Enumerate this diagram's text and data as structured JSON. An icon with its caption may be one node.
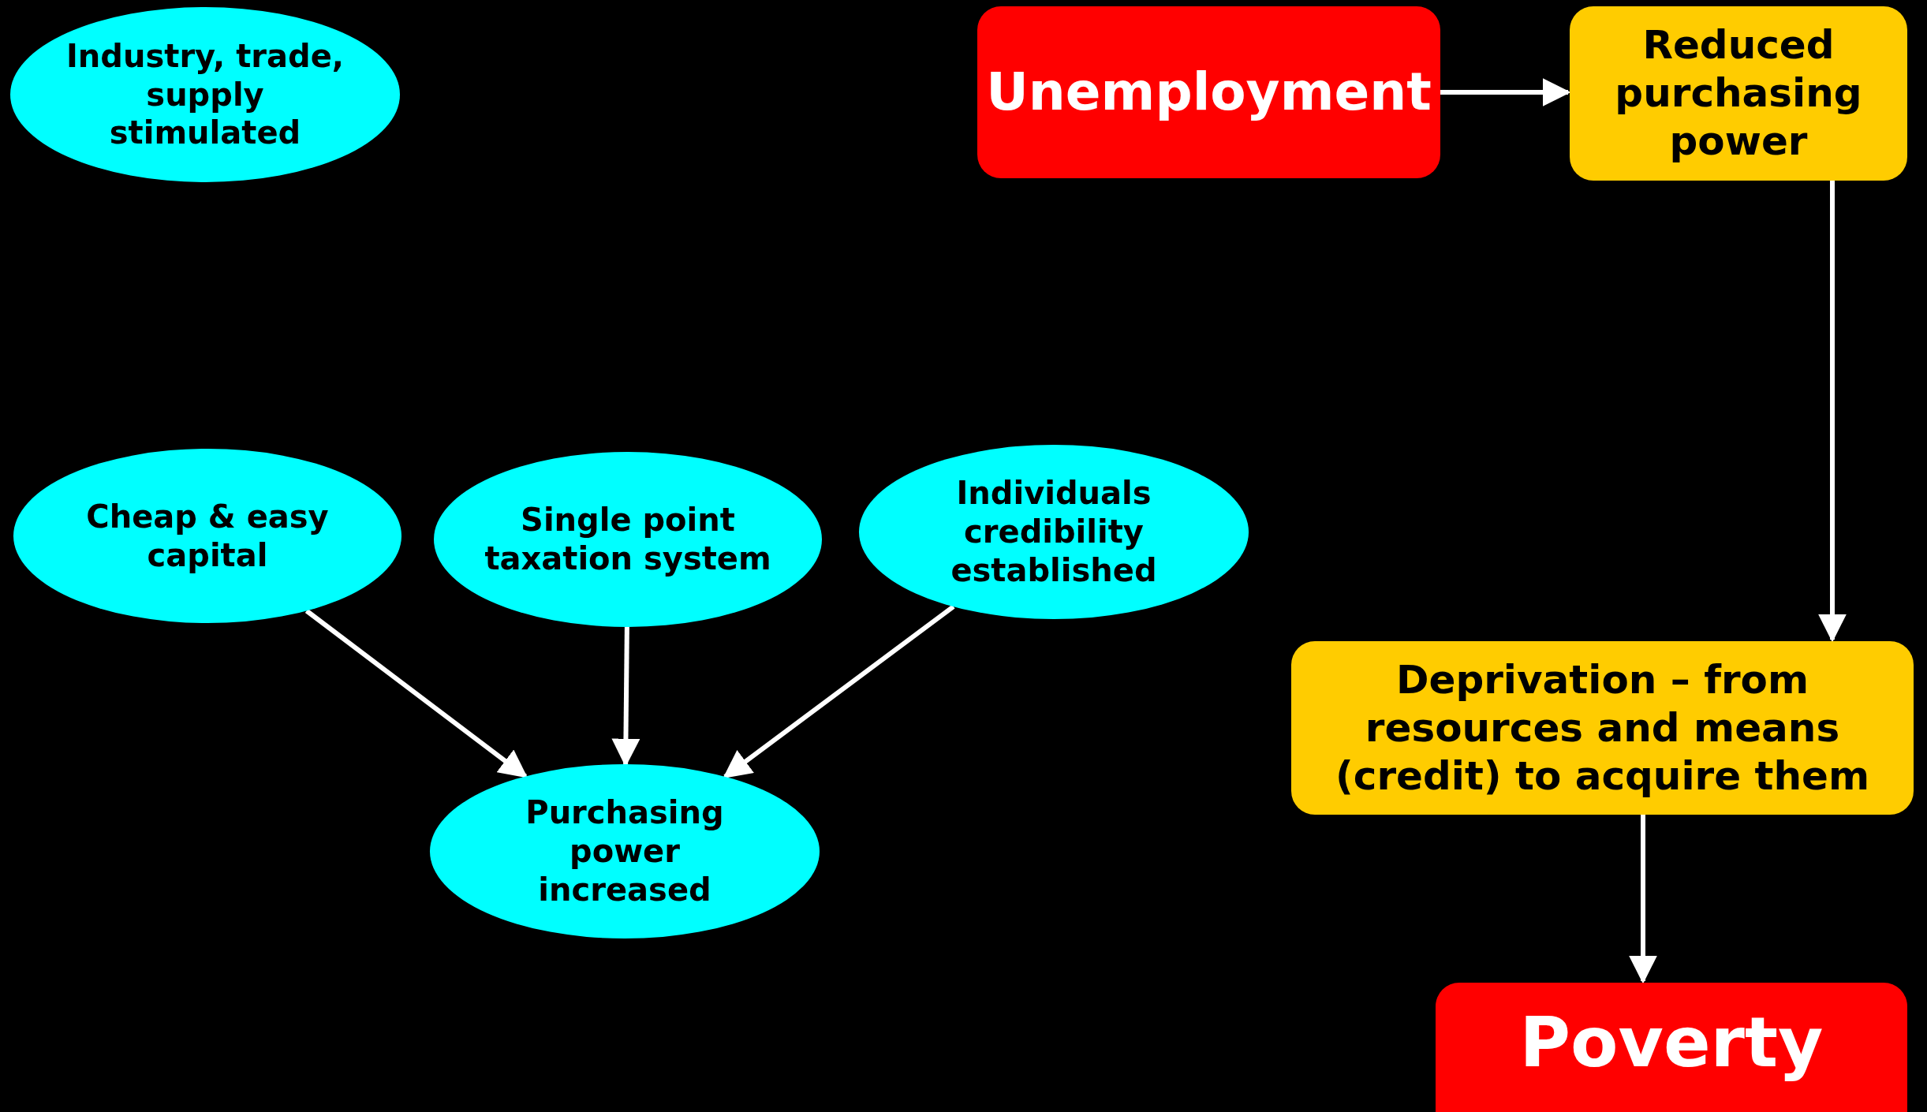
{
  "diagram": {
    "nodes": [
      {
        "text": [
          "Industry, trade, supply stimulated"
        ]
      },
      {
        "text": [
          "Unemployment"
        ]
      },
      {
        "text": [
          "Reduced purchasing power"
        ]
      },
      {
        "text": [
          "Cheap & easy capital"
        ]
      },
      {
        "text": [
          "Single point taxation system"
        ]
      },
      {
        "text": [
          "Individuals credibility established"
        ]
      },
      {
        "text": [
          "Purchasing power increased"
        ]
      },
      {
        "text": [
          "Deprivation – from resources and means (credit) to acquire them"
        ]
      },
      {
        "text": [
          "Poverty"
        ]
      }
    ],
    "edges": [
      {
        "from": 1,
        "to": 2,
        "arrow": "to"
      },
      {
        "from": 2,
        "to": 7,
        "arrow": "to"
      },
      {
        "from": 7,
        "to": 8,
        "arrow": "to"
      },
      {
        "from": 3,
        "to": 6,
        "arrow": "to"
      },
      {
        "from": 4,
        "to": 6,
        "arrow": "to"
      },
      {
        "from": 5,
        "to": 6,
        "arrow": "to"
      }
    ]
  }
}
